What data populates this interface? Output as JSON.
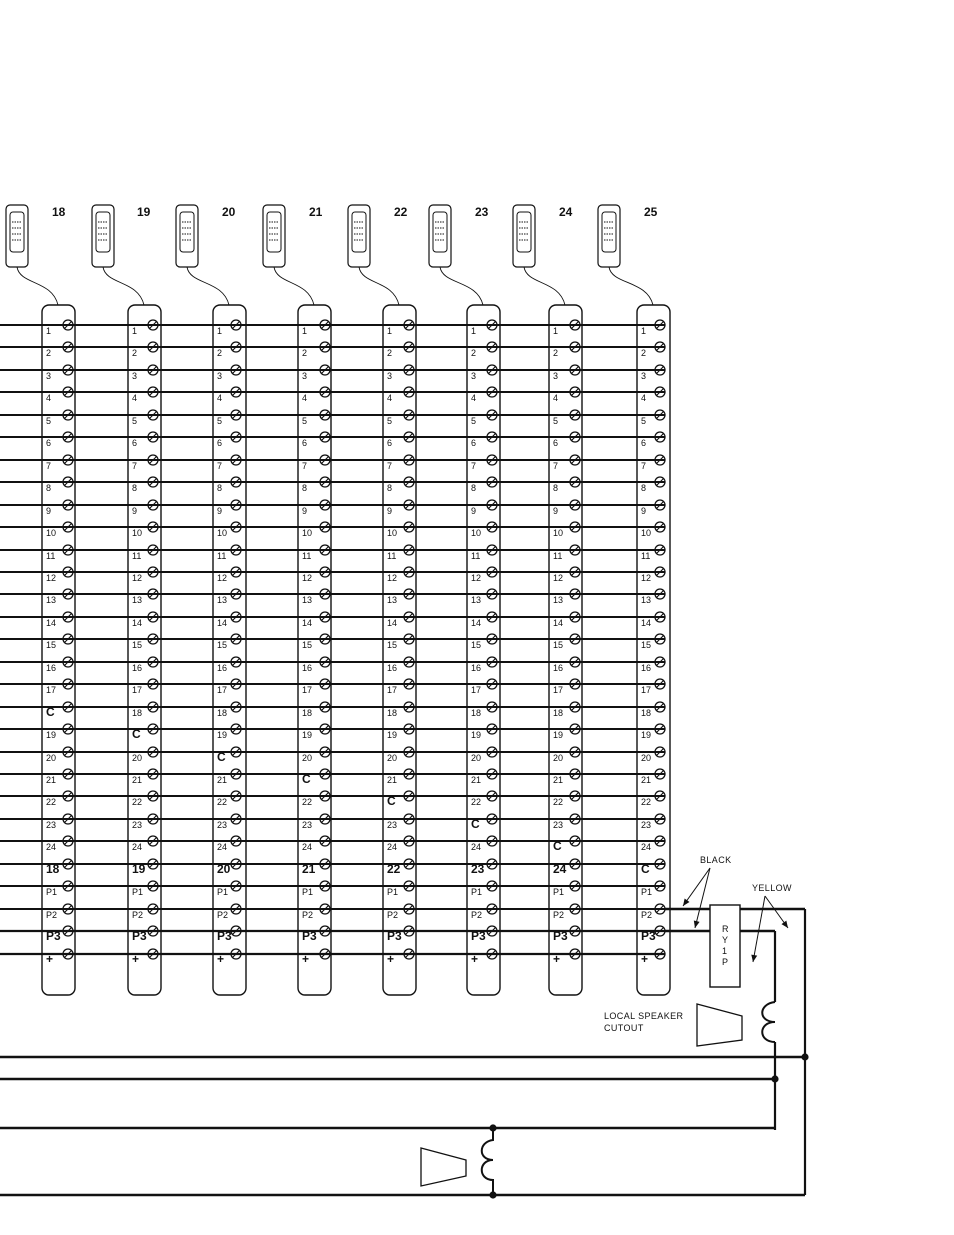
{
  "stations": [
    {
      "label": "18",
      "c_row": 17
    },
    {
      "label": "19",
      "c_row": 18
    },
    {
      "label": "20",
      "c_row": 19
    },
    {
      "label": "21",
      "c_row": 20
    },
    {
      "label": "22",
      "c_row": 21
    },
    {
      "label": "23",
      "c_row": 22
    },
    {
      "label": "24",
      "c_row": 23
    },
    {
      "label": "25",
      "c_row": 24
    }
  ],
  "terminal_labels": [
    "1",
    "2",
    "3",
    "4",
    "5",
    "6",
    "7",
    "8",
    "9",
    "10",
    "11",
    "12",
    "13",
    "14",
    "15",
    "16",
    "17",
    "18",
    "19",
    "20",
    "21",
    "22",
    "23",
    "24"
  ],
  "extra_terminals": [
    "P1",
    "P2",
    "P3",
    "+",
    "−"
  ],
  "common_label": "C",
  "relay_letters": [
    "R",
    "Y",
    "1",
    "P"
  ],
  "annotations": {
    "black": "BLACK",
    "yellow": "YELLOW",
    "local_speaker_line1": "LOCAL SPEAKER",
    "local_speaker_line2": "CUTOUT"
  }
}
